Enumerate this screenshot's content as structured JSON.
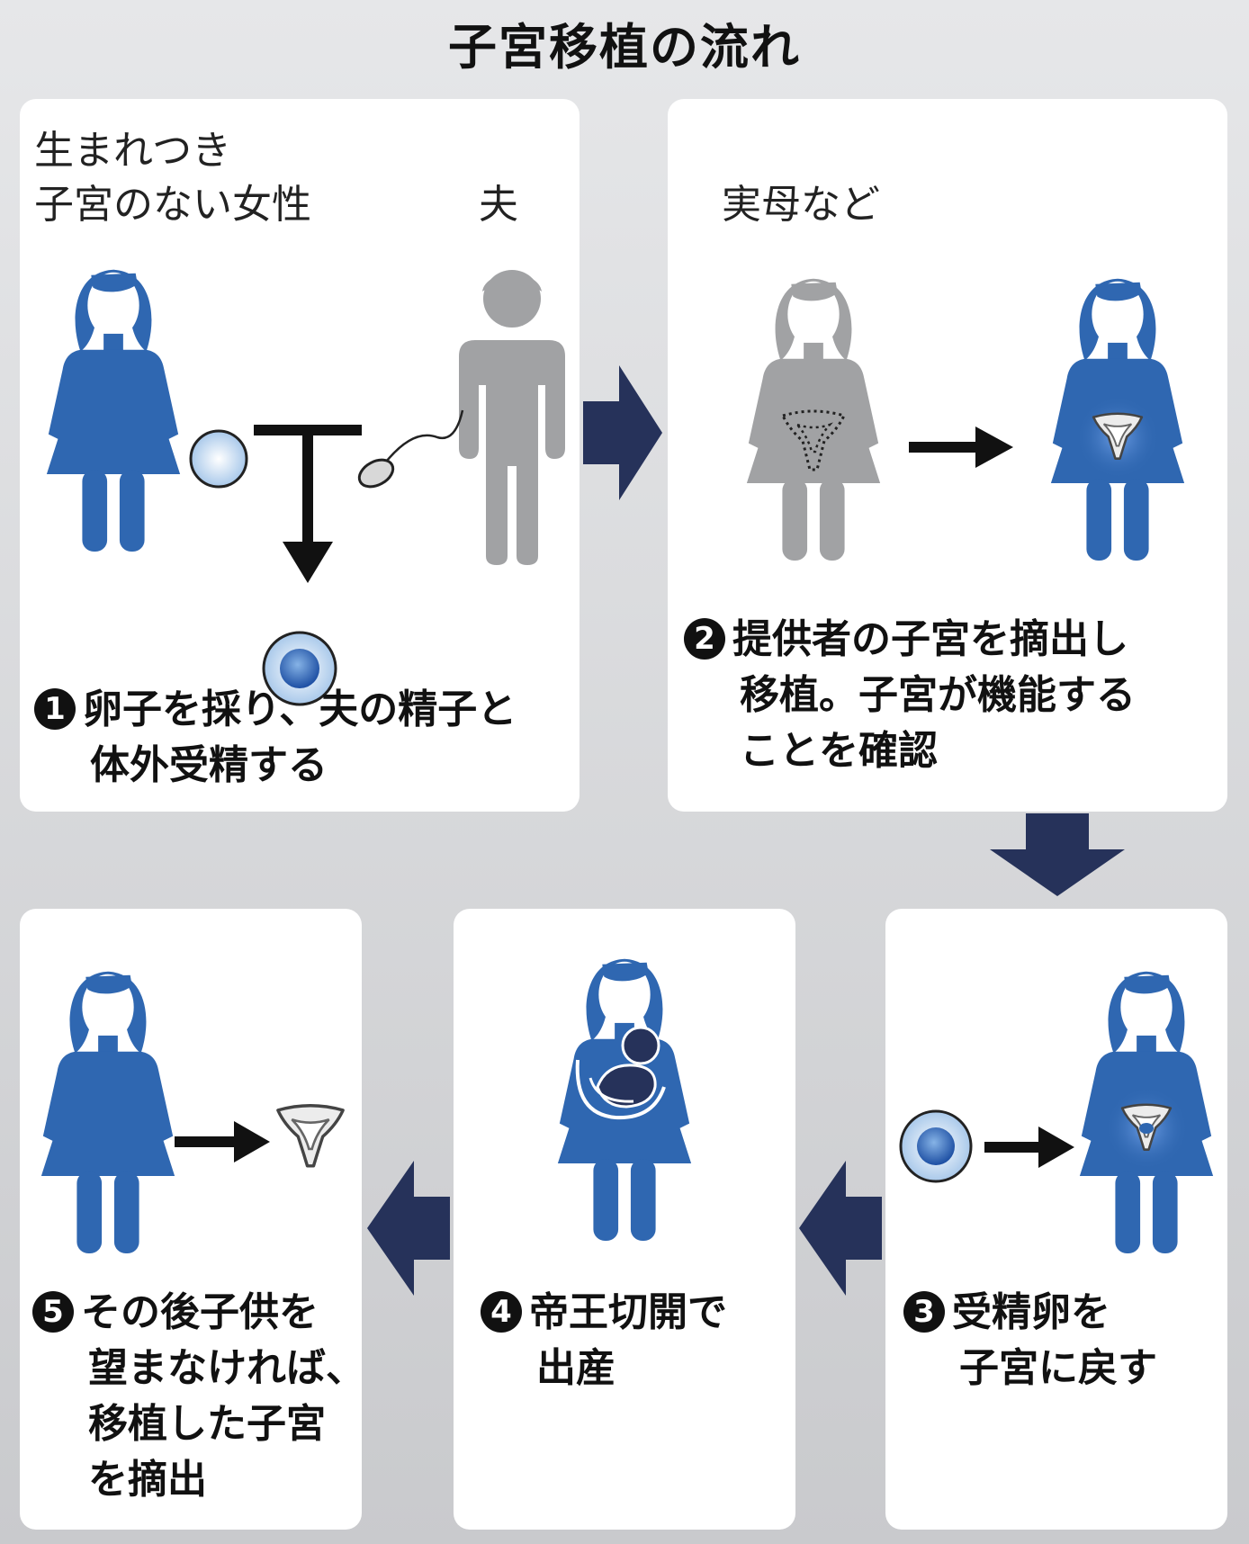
{
  "title": "子宮移植の流れ",
  "colors": {
    "recipient_blue": "#2f67b1",
    "donor_gray": "#a1a2a4",
    "flow_arrow_navy": "#26325a",
    "panel_white": "#ffffff"
  },
  "panel1": {
    "woman_label_line1": "生まれつき",
    "woman_label_line2": "子宮のない女性",
    "husband_label": "夫",
    "step_number": "1",
    "step_line1": "卵子を採り、夫の精子と",
    "step_line2": "体外受精する"
  },
  "panel2": {
    "donor_label": "実母など",
    "step_number": "2",
    "step_line1": "提供者の子宮を摘出し",
    "step_line2": "移植。子宮が機能する",
    "step_line3": "ことを確認"
  },
  "panel3": {
    "step_number": "3",
    "step_line1": "受精卵を",
    "step_line2": "子宮に戻す"
  },
  "panel4": {
    "step_number": "4",
    "step_line1": "帝王切開で",
    "step_line2": "出産"
  },
  "panel5": {
    "step_number": "5",
    "step_line1": "その後子供を",
    "step_line2": "望まなければ、",
    "step_line3": "移植した子宮",
    "step_line4": "を摘出"
  }
}
